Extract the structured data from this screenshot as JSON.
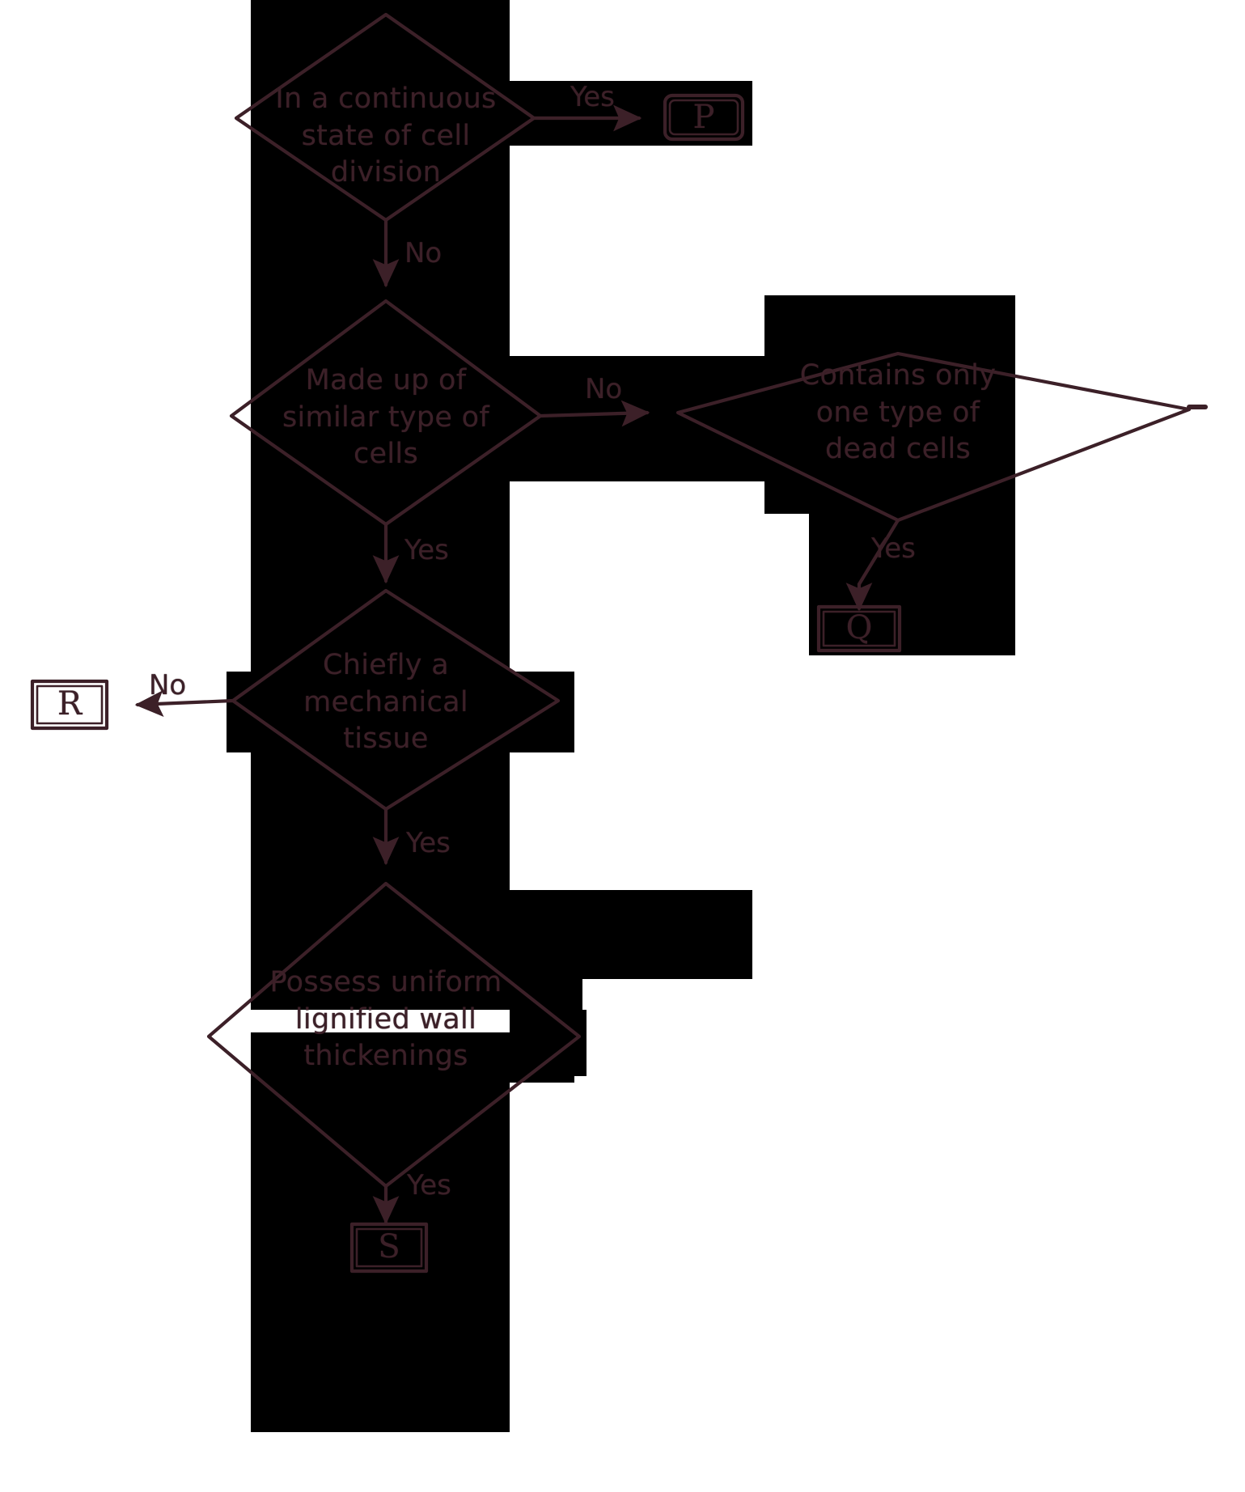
{
  "diagram": {
    "type": "flowchart",
    "title": "Plant tissue identification flowchart",
    "ink_color": "#3c2028",
    "background_color": "#000000",
    "page_color": "#ffffff",
    "nodes": [
      {
        "id": "d1",
        "shape": "diamond",
        "text": "In a continuous\nstate of cell\ndivision"
      },
      {
        "id": "d2",
        "shape": "diamond",
        "text": "Made up of\nsimilar type of\ncells"
      },
      {
        "id": "d3",
        "shape": "diamond",
        "text": "Contains only\none type of\ndead cells"
      },
      {
        "id": "d4",
        "shape": "diamond",
        "text": "Chiefly a\nmechanical\ntissue"
      },
      {
        "id": "d5",
        "shape": "diamond",
        "text": "Possess uniform\nlignified wall\nthickenings"
      },
      {
        "id": "p",
        "shape": "rounded-box",
        "text": "P"
      },
      {
        "id": "q",
        "shape": "box",
        "text": "Q"
      },
      {
        "id": "r",
        "shape": "box",
        "text": "R"
      },
      {
        "id": "s",
        "shape": "box",
        "text": "S"
      }
    ],
    "edges": [
      {
        "from": "d1",
        "to": "p",
        "label": "Yes",
        "direction": "right"
      },
      {
        "from": "d1",
        "to": "d2",
        "label": "No",
        "direction": "down"
      },
      {
        "from": "d2",
        "to": "d3",
        "label": "No",
        "direction": "right"
      },
      {
        "from": "d2",
        "to": "d4",
        "label": "Yes",
        "direction": "down"
      },
      {
        "from": "d3",
        "to": "q",
        "label": "Yes",
        "direction": "down"
      },
      {
        "from": "d4",
        "to": "r",
        "label": "No",
        "direction": "left"
      },
      {
        "from": "d4",
        "to": "d5",
        "label": "Yes",
        "direction": "down"
      },
      {
        "from": "d5",
        "to": "s",
        "label": "Yes",
        "direction": "down"
      }
    ],
    "labels": {
      "yes": "Yes",
      "no": "No"
    }
  }
}
